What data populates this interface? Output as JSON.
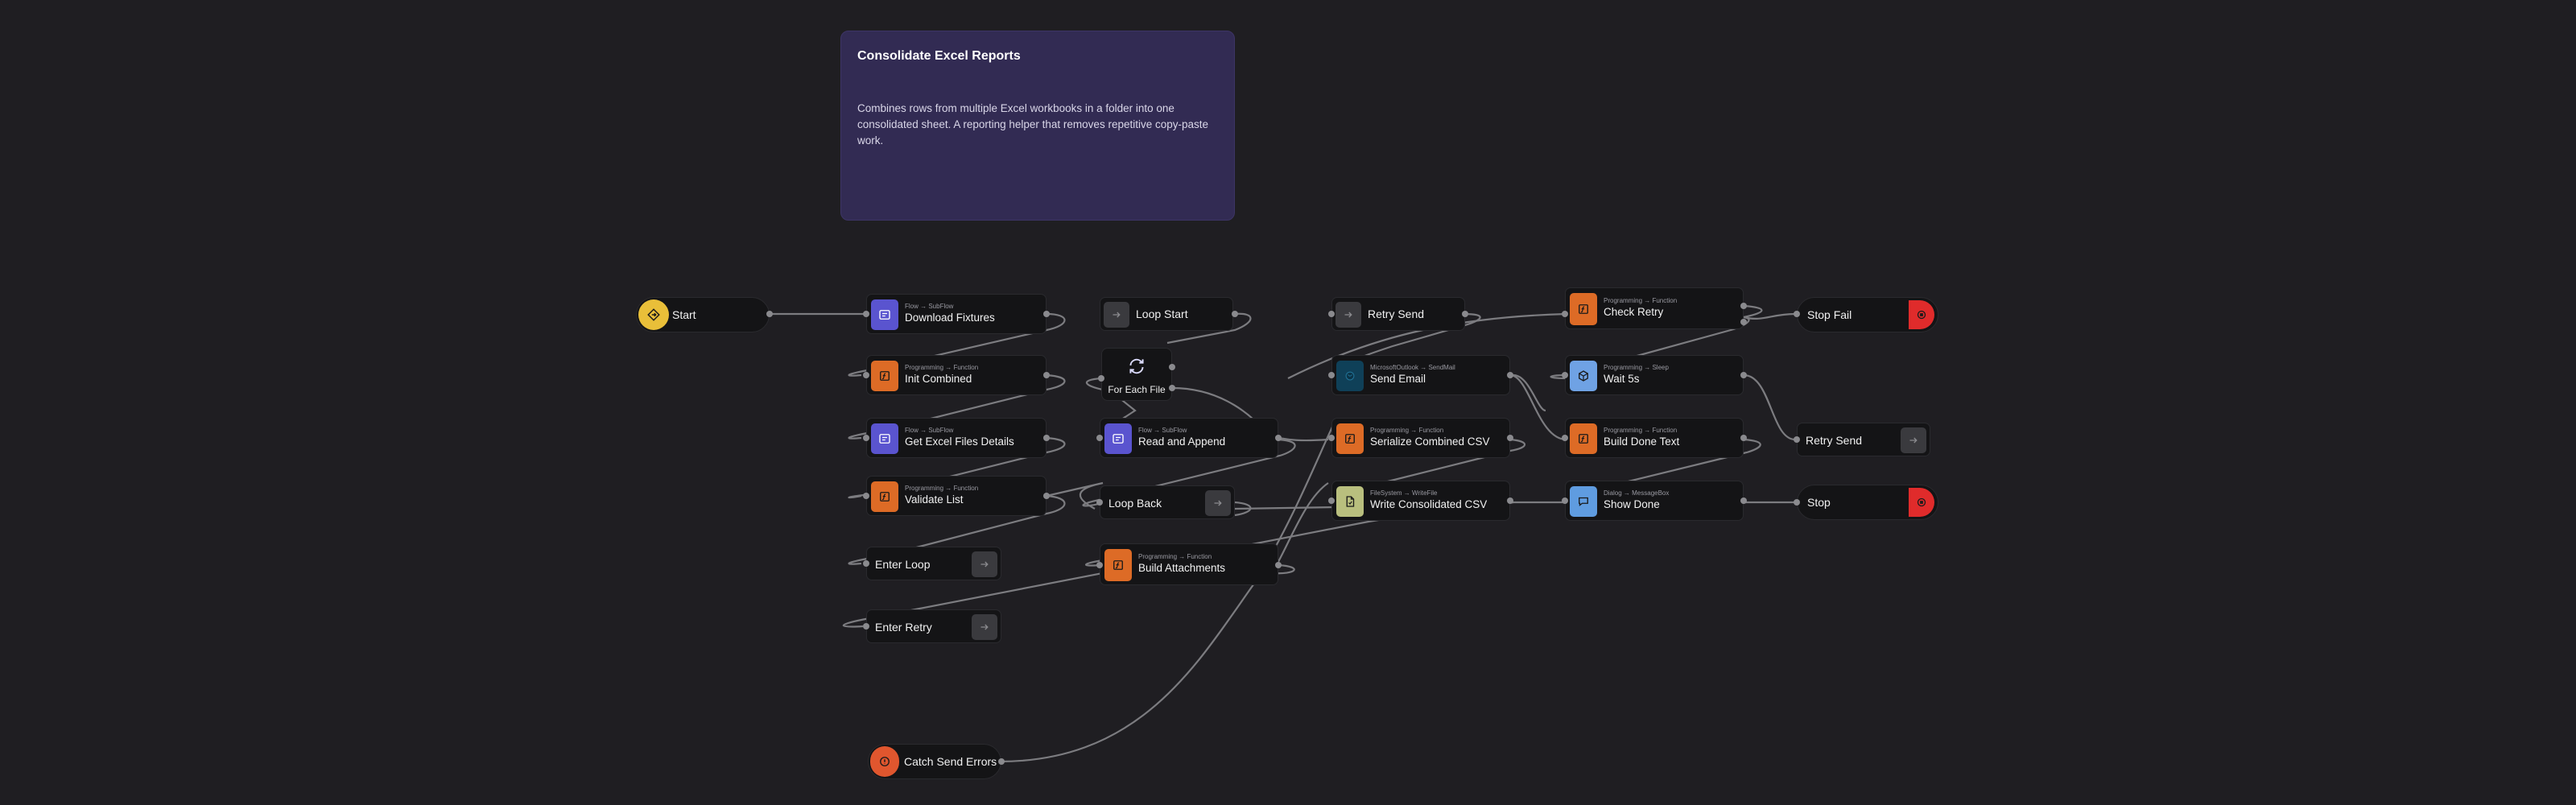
{
  "note": {
    "title": "Consolidate Excel Reports",
    "description": "Combines rows from multiple Excel workbooks in a folder into one consolidated sheet. A reporting helper that removes repetitive copy-paste work."
  },
  "nodes": {
    "start": {
      "label": "Start",
      "icon": "start-icon"
    },
    "download_fixtures": {
      "sub": "Flow → SubFlow",
      "label": "Download Fixtures",
      "icon": "subflow-icon"
    },
    "init_combined": {
      "sub": "Programming → Function",
      "label": "Init Combined",
      "icon": "function-icon"
    },
    "get_excel_files": {
      "sub": "Flow → SubFlow",
      "label": "Get Excel Files Details",
      "icon": "subflow-icon"
    },
    "validate_list": {
      "sub": "Programming → Function",
      "label": "Validate List",
      "icon": "function-icon"
    },
    "enter_loop": {
      "label": "Enter Loop",
      "icon": "arrow-right-icon"
    },
    "enter_retry": {
      "label": "Enter Retry",
      "icon": "arrow-right-icon"
    },
    "catch_send_errors": {
      "label": "Catch Send Errors",
      "icon": "alert-icon"
    },
    "loop_start": {
      "label": "Loop Start",
      "icon": "arrow-right-icon"
    },
    "for_each_file": {
      "label": "For Each File",
      "icon": "loop-icon"
    },
    "read_and_append": {
      "sub": "Flow → SubFlow",
      "label": "Read and Append",
      "icon": "subflow-icon"
    },
    "loop_back": {
      "label": "Loop Back",
      "icon": "arrow-right-icon"
    },
    "build_attachments": {
      "sub": "Programming → Function",
      "label": "Build Attachments",
      "icon": "function-icon"
    },
    "retry_send_a": {
      "label": "Retry Send",
      "icon": "arrow-right-icon"
    },
    "send_email": {
      "sub": "MicrosoftOutlook → SendMail",
      "label": "Send Email",
      "icon": "mail-icon"
    },
    "serialize_csv": {
      "sub": "Programming → Function",
      "label": "Serialize Combined CSV",
      "icon": "function-icon"
    },
    "write_csv": {
      "sub": "FileSystem → WriteFile",
      "label": "Write Consolidated CSV",
      "icon": "file-icon"
    },
    "check_retry": {
      "sub": "Programming → Function",
      "label": "Check Retry",
      "icon": "function-icon"
    },
    "wait_5s": {
      "sub": "Programming → Sleep",
      "label": "Wait 5s",
      "icon": "cube-icon"
    },
    "build_done_text": {
      "sub": "Programming → Function",
      "label": "Build Done Text",
      "icon": "function-icon"
    },
    "show_done": {
      "sub": "Dialog → MessageBox",
      "label": "Show Done",
      "icon": "message-icon"
    },
    "stop_fail": {
      "label": "Stop Fail",
      "icon": "stop-icon"
    },
    "retry_send_b": {
      "label": "Retry Send",
      "icon": "arrow-right-icon"
    },
    "stop": {
      "label": "Stop",
      "icon": "stop-icon"
    }
  },
  "colors": {
    "background": "#1f1e22",
    "note": "#322b53",
    "start": "#e9bf39",
    "subflow": "#5a54cf",
    "function": "#dd6b26",
    "outlook": "#0f4058",
    "filesystem": "#b9bf7e",
    "dialog": "#5f9ce0",
    "stop": "#e02b2b",
    "edge": "#7c7c80"
  }
}
